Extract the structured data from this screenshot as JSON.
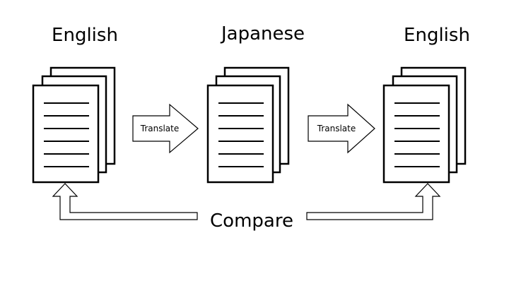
{
  "columns": [
    {
      "label": "English"
    },
    {
      "label": "Japanese"
    },
    {
      "label": "English"
    }
  ],
  "arrows": [
    {
      "label": "Translate"
    },
    {
      "label": "Translate"
    }
  ],
  "compare_label": "Compare",
  "colors": {
    "stroke": "#000000",
    "background": "#ffffff"
  }
}
